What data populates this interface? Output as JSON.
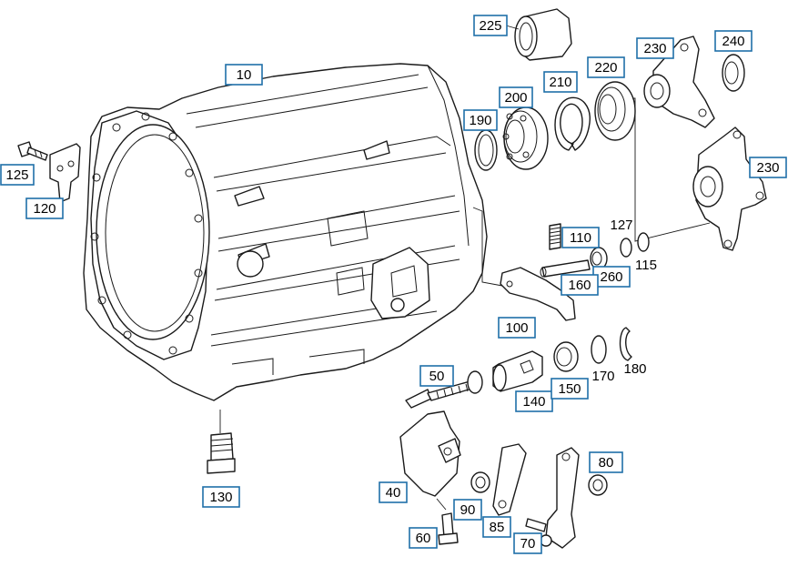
{
  "diagram": {
    "callouts": [
      "10",
      "225",
      "200",
      "210",
      "220",
      "230",
      "240",
      "190",
      "125",
      "120",
      "110",
      "260",
      "160",
      "100",
      "50",
      "140",
      "150",
      "130",
      "40",
      "90",
      "85",
      "60",
      "70",
      "80",
      "230"
    ],
    "plain_labels": [
      "127",
      "115",
      "170",
      "180"
    ],
    "colors": {
      "callout_border": "#1f6fa8",
      "line": "#1a1a1a",
      "background": "#ffffff"
    }
  }
}
